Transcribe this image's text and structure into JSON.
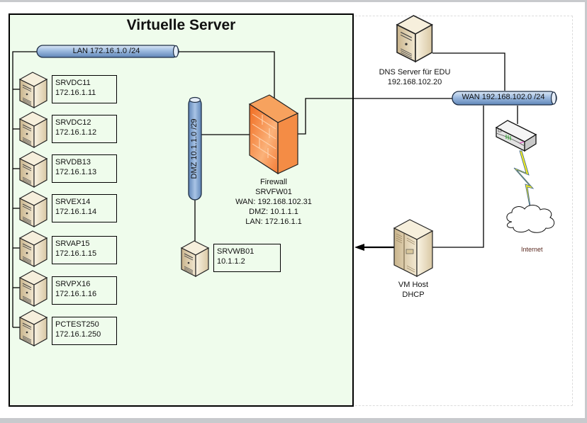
{
  "diagram": {
    "title": "Virtuelle Server",
    "colors": {
      "zone_fill": "#effcec",
      "pipe_fill": "#8fb1d8",
      "firewall_fill": "#f57a34",
      "server_fill": "#e9dcc0",
      "lightning": "#f7f01f"
    },
    "networks": {
      "lan": "LAN 172.16.1.0 /24",
      "dmz": "DMZ 10.1.1.0 /29",
      "wan": "WAN 192.168.102.0 /24"
    },
    "lan_servers": [
      {
        "name": "SRVDC11",
        "ip": "172.16.1.11"
      },
      {
        "name": "SRVDC12",
        "ip": "172.16.1.12"
      },
      {
        "name": "SRVDB13",
        "ip": "172.16.1.13"
      },
      {
        "name": "SRVEX14",
        "ip": "172.16.1.14"
      },
      {
        "name": "SRVAP15",
        "ip": "172.16.1.15"
      },
      {
        "name": "SRVPX16",
        "ip": "172.16.1.16"
      },
      {
        "name": "PCTEST250",
        "ip": "172.16.1.250"
      }
    ],
    "dmz_server": {
      "name": "SRVWB01",
      "ip": "10.1.1.2"
    },
    "firewall": {
      "line1": "Firewall",
      "line2": "SRVFW01",
      "line3": "WAN: 192.168.102.31",
      "line4": "DMZ: 10.1.1.1",
      "line5": "LAN: 172.16.1.1"
    },
    "dns_server": {
      "line1": "DNS Server für EDU",
      "line2": "192.168.102.20"
    },
    "vm_host": {
      "line1": "VM Host",
      "line2": "DHCP"
    },
    "internet": "Internet"
  }
}
